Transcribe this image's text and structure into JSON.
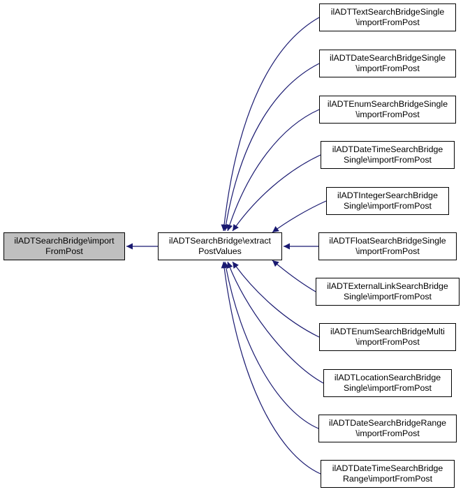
{
  "colors": {
    "edge": "#191970",
    "node_border": "#000000",
    "root_fill": "#bfbfbf",
    "node_fill": "#ffffff"
  },
  "root": {
    "line1": "ilADTSearchBridge\\import",
    "line2": "FromPost"
  },
  "center": {
    "line1": "ilADTSearchBridge\\extract",
    "line2": "PostValues"
  },
  "callers": [
    {
      "line1": "ilADTTextSearchBridgeSingle",
      "line2": "\\importFromPost"
    },
    {
      "line1": "ilADTDateSearchBridgeSingle",
      "line2": "\\importFromPost"
    },
    {
      "line1": "ilADTEnumSearchBridgeSingle",
      "line2": "\\importFromPost"
    },
    {
      "line1": "ilADTDateTimeSearchBridge",
      "line2": "Single\\importFromPost"
    },
    {
      "line1": "ilADTIntegerSearchBridge",
      "line2": "Single\\importFromPost"
    },
    {
      "line1": "ilADTFloatSearchBridgeSingle",
      "line2": "\\importFromPost"
    },
    {
      "line1": "ilADTExternalLinkSearchBridge",
      "line2": "Single\\importFromPost"
    },
    {
      "line1": "ilADTEnumSearchBridgeMulti",
      "line2": "\\importFromPost"
    },
    {
      "line1": "ilADTLocationSearchBridge",
      "line2": "Single\\importFromPost"
    },
    {
      "line1": "ilADTDateSearchBridgeRange",
      "line2": "\\importFromPost"
    },
    {
      "line1": "ilADTDateTimeSearchBridge",
      "line2": "Range\\importFromPost"
    }
  ]
}
